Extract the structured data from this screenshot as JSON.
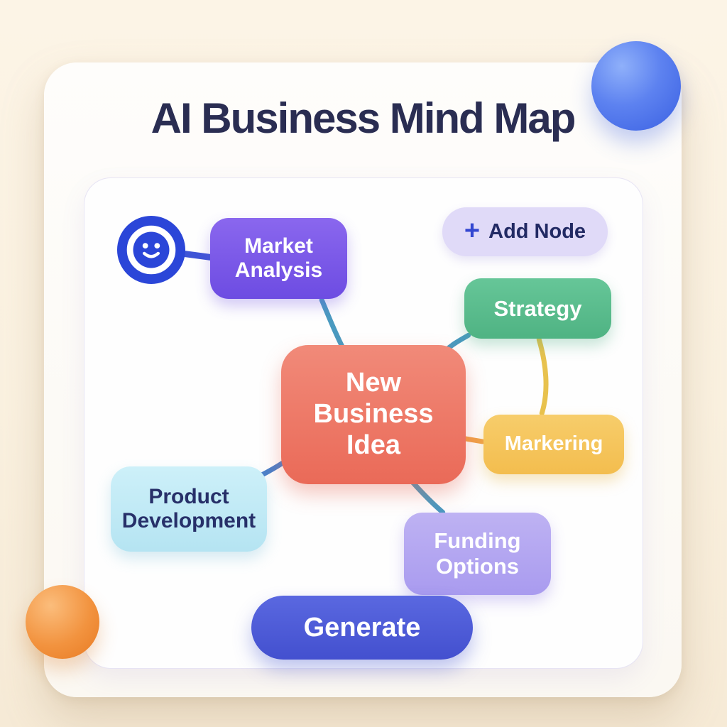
{
  "page": {
    "title": "AI Business Mind Map"
  },
  "toolbar": {
    "add_node_icon": "+",
    "add_node_label": "Add Node"
  },
  "mindmap": {
    "center": {
      "label": "New Business Idea",
      "color": "#ea6a58",
      "text_color": "#ffffff"
    },
    "nodes": [
      {
        "id": "market-analysis",
        "label": "Market Analysis",
        "color": "#6d4ce2",
        "text_color": "#ffffff"
      },
      {
        "id": "strategy",
        "label": "Strategy",
        "color": "#4fb383",
        "text_color": "#ffffff"
      },
      {
        "id": "marketing",
        "label": "Markering",
        "color": "#f3bd4e",
        "text_color": "#ffffff"
      },
      {
        "id": "product-development",
        "label": "Product Development",
        "color": "#b5e4f2",
        "text_color": "#273069"
      },
      {
        "id": "funding-options",
        "label": "Funding Options",
        "color": "#a99bef",
        "text_color": "#ffffff"
      }
    ],
    "icons": [
      {
        "name": "smiley-face-icon",
        "color": "#2b46d8"
      },
      {
        "name": "plus-icon",
        "color": "#3347d1"
      }
    ]
  },
  "actions": {
    "generate_label": "Generate"
  },
  "colors": {
    "background_cream": "#faf1e0",
    "card": "#fdfcf9",
    "title_text": "#2a2d52",
    "add_node_pill": "#e0daf8",
    "generate_button": "#4350cf",
    "decor_sphere_blue": "#3a60e2",
    "decor_sphere_orange": "#ee7f2a",
    "connector_teal": "#4a9ac0",
    "connector_blue": "#4a7fc9",
    "connector_yellow": "#e8c24e",
    "connector_orange": "#f0a04a"
  }
}
